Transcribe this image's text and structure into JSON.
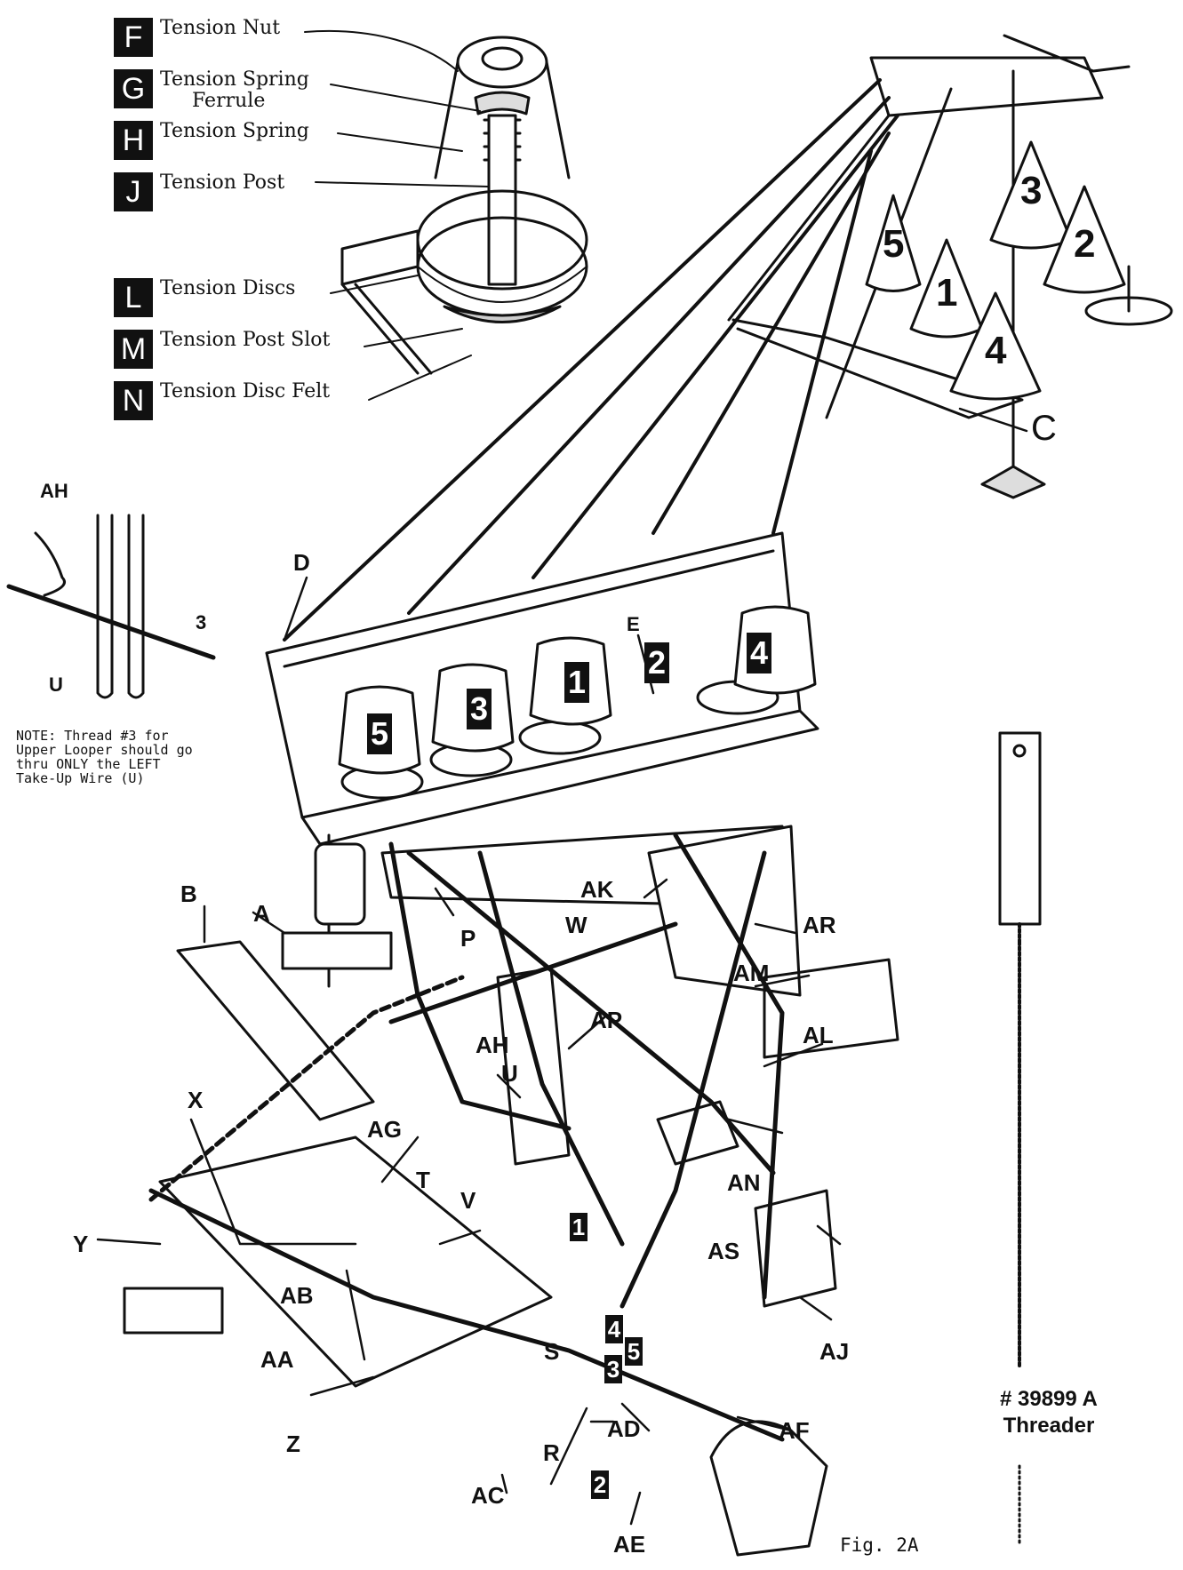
{
  "legend": [
    {
      "letter": "F",
      "text": "Tension Nut",
      "text2": ""
    },
    {
      "letter": "G",
      "text": "Tension Spring",
      "text2": "Ferrule"
    },
    {
      "letter": "H",
      "text": "Tension Spring",
      "text2": ""
    },
    {
      "letter": "J",
      "text": "Tension Post",
      "text2": ""
    },
    {
      "letter": "L",
      "text": "Tension Discs",
      "text2": ""
    },
    {
      "letter": "M",
      "text": "Tension Post Slot",
      "text2": ""
    },
    {
      "letter": "N",
      "text": "Tension Disc Felt",
      "text2": ""
    }
  ],
  "note": "NOTE: Thread #3 for\nUpper Looper should go\nthru ONLY the LEFT\nTake-Up Wire (U)",
  "inset_labels": {
    "ah": "AH",
    "u": "U",
    "three": "3"
  },
  "callouts": {
    "a": "A",
    "b": "B",
    "c": "C",
    "d": "D",
    "e": "E",
    "p": "P",
    "w": "W",
    "ak": "AK",
    "ar": "AR",
    "am": "AM",
    "ap": "AP",
    "al": "AL",
    "ah": "AH",
    "u": "U",
    "x": "X",
    "ag": "AG",
    "t": "T",
    "v": "V",
    "an": "AN",
    "y": "Y",
    "as": "AS",
    "ab": "AB",
    "aa": "AA",
    "s": "S",
    "aj": "AJ",
    "af": "AF",
    "z": "Z",
    "r": "R",
    "ad": "AD",
    "ac": "AC",
    "ae": "AE"
  },
  "cones": [
    "5",
    "1",
    "3",
    "2",
    "4"
  ],
  "tension_badges": [
    "5",
    "3",
    "1",
    "2",
    "4"
  ],
  "path_badges": [
    "1",
    "4",
    "5",
    "3",
    "2"
  ],
  "threader": {
    "number": "# 39899 A",
    "name": "Threader"
  },
  "fig": "Fig. 2A"
}
